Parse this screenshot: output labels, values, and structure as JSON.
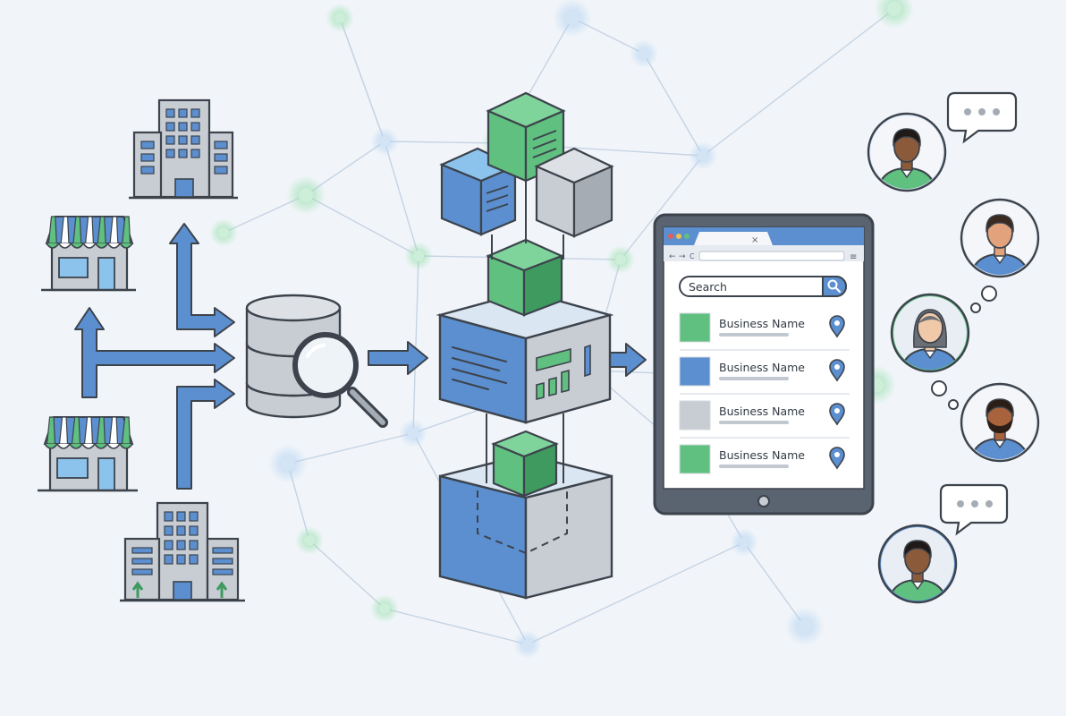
{
  "colors": {
    "background": "#f1f5f9",
    "outline": "#3d434c",
    "blue": "#5b8fd0",
    "blue_light": "#8cc3ec",
    "green": "#5fc07f",
    "green_dark": "#3e9a5f",
    "gray": "#c8cdd4",
    "gray_dark": "#a6acb4",
    "network": "#c6d3e4"
  },
  "icons": {
    "building": "office-building-icon",
    "storefront": "storefront-icon",
    "database": "database-icon",
    "magnifier": "magnifying-glass-icon",
    "cube": "cube-icon",
    "tablet": "tablet-icon",
    "pin": "location-pin-icon",
    "avatar": "user-avatar-icon",
    "chat": "chat-bubble-icon"
  },
  "browser": {
    "tab_close": "×",
    "nav_back": "←",
    "nav_forward": "→",
    "nav_reload": "C",
    "menu": "≡"
  },
  "search": {
    "placeholder": "Search"
  },
  "results": [
    {
      "name": "Business Name",
      "thumb_color": "#5fc07f"
    },
    {
      "name": "Business Name",
      "thumb_color": "#5b8fd0"
    },
    {
      "name": "Business Name",
      "thumb_color": "#c8cdd4"
    },
    {
      "name": "Business Name",
      "thumb_color": "#5fc07f"
    }
  ],
  "people": [
    {
      "icon": "user-avatar-icon",
      "ring": "#cfe0f2",
      "skin": "#8a5a3b",
      "hair": "#1f1a17",
      "shirt": "#5fc07f"
    },
    {
      "icon": "user-avatar-icon",
      "ring": "#e4e8ee",
      "skin": "#e2a37c",
      "hair": "#3a2a20",
      "shirt": "#5b8fd0"
    },
    {
      "icon": "user-avatar-icon",
      "ring": "#5fc07f",
      "skin": "#f0c9a8",
      "hair": "#6b6f76",
      "shirt": "#5b8fd0"
    },
    {
      "icon": "user-avatar-icon",
      "ring": "#e4e8ee",
      "skin": "#a8623c",
      "hair": "#2b1e17",
      "shirt": "#5b8fd0"
    },
    {
      "icon": "user-avatar-icon",
      "ring": "#5b8fd0",
      "skin": "#8a5a3b",
      "hair": "#1f1a17",
      "shirt": "#5fc07f"
    }
  ]
}
